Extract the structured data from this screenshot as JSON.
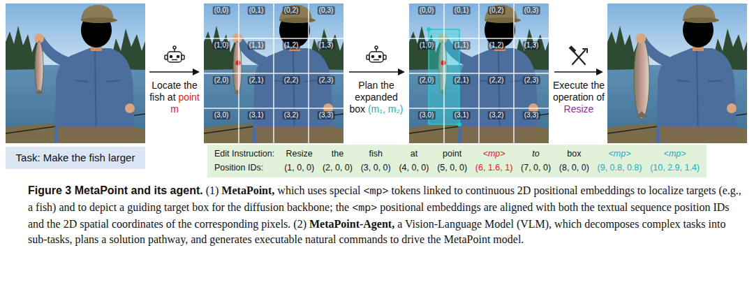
{
  "diagram": {
    "caption": "Figure 3 MetaPoint and its agent.",
    "nodes": [
      {
        "text": [
          "Task: Make the fish larger"
        ]
      },
      {
        "text": [
          "Edit Instruction:",
          "Resize",
          "the",
          "fish",
          "at",
          "point",
          "<mp>",
          "to",
          "box",
          "<mp>",
          "<mp>",
          "Position IDs:",
          "(1, 0, 0)",
          "(2, 0, 0)",
          "(3, 0, 0)",
          "(4, 0, 0)",
          "(5, 0, 0)",
          "(6, 1.6, 1)",
          "(7, 0, 0)",
          "(8, 0, 0)",
          "(9, 0.8, 0.8)",
          "(10, 2.9, 1.4)"
        ]
      }
    ],
    "labels": [
      "Locate the fish at",
      "point m",
      "Plan the expanded box",
      "(m₁, m₂)",
      "Execute the operation of",
      "Resize",
      "(0,0)",
      "(0,1)",
      "(0,2)",
      "(0,3)",
      "(1,0)",
      "(1,1)",
      "(1,2)",
      "(1,3)",
      "(2,0)",
      "(2,1)",
      "(2,2)",
      "(2,3)",
      "(3,0)",
      "(3,1)",
      "(3,2)",
      "(3,3)",
      "(0,0)",
      "(0,1)",
      "(0,2)",
      "(0,3)",
      "(1,0)",
      "(1,1)",
      "(1,2)",
      "(1,3)",
      "(2,0)",
      "(2,1)",
      "(2,2)",
      "(2,3)",
      "(3,0)",
      "(3,1)",
      "(3,2)",
      "(3,3)",
      "(1)",
      "MetaPoint,",
      "which uses special",
      "<mp>",
      "tokens linked to continuous 2D positional embeddings to localize targets (e.g., a fish) and to depict a guiding target box for the diffusion backbone; the",
      "<mp>",
      "positional embeddings are aligned with both the textual sequence position IDs and the 2D spatial coordinates of the corresponding pixels.",
      "(2)",
      "MetaPoint-Agent,",
      "a Vision-Language Model (VLM), which decomposes complex tasks into sub-tasks, plans a solution pathway, and generates executable natural commands to drive the MetaPoint model."
    ]
  }
}
